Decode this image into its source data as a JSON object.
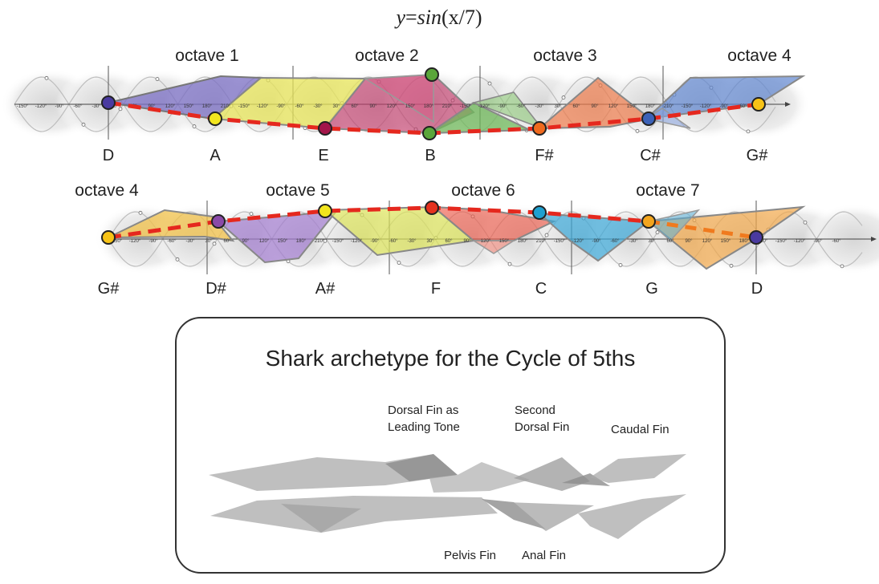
{
  "formula": {
    "prefix": "y",
    "eq": "=",
    "fn": "sin",
    "arg": "(x/7)"
  },
  "rows": [
    {
      "octaves": [
        "octave 1",
        "octave 2",
        "octave 3",
        "octave 4"
      ],
      "notes": [
        {
          "label": "D",
          "color": "#4a3aa0"
        },
        {
          "label": "A",
          "color": "#f2e51e"
        },
        {
          "label": "E",
          "color": "#a3164a"
        },
        {
          "label": "B",
          "color": "#5aa63a"
        },
        {
          "label": "F#",
          "color": "#f06a1e"
        },
        {
          "label": "C#",
          "color": "#3c62b8"
        },
        {
          "label": "G#",
          "color": "#f7c316"
        }
      ]
    },
    {
      "octaves": [
        "octave 4",
        "octave 5",
        "octave 6",
        "octave 7"
      ],
      "notes": [
        {
          "label": "G#",
          "color": "#f7c316"
        },
        {
          "label": "D#",
          "color": "#8a4aa8"
        },
        {
          "label": "A#",
          "color": "#f2e51e"
        },
        {
          "label": "F",
          "color": "#e5321e"
        },
        {
          "label": "C",
          "color": "#1ea0d0"
        },
        {
          "label": "G",
          "color": "#f2a51e"
        },
        {
          "label": "D",
          "color": "#4a3aa0"
        }
      ]
    }
  ],
  "tick_labels": [
    "-150°",
    "-120°",
    "-90°",
    "-60°",
    "-30°",
    "30°",
    "60°",
    "90°",
    "120°",
    "150°",
    "180°",
    "210°"
  ],
  "panel": {
    "title": "Shark archetype for the Cycle of 5ths",
    "dorsal_1": "Dorsal Fin as",
    "dorsal_2": "Leading Tone",
    "second_1": "Second",
    "second_2": "Dorsal Fin",
    "caudal": "Caudal Fin",
    "pelvis": "Pelvis Fin",
    "anal": "Anal Fin"
  },
  "colors": {
    "dash": "#e5281e",
    "fill_purple": "#7b6fc4",
    "fill_yellow": "#e8e65a",
    "fill_magenta": "#c23a6a",
    "fill_green": "#6fb85a",
    "fill_orange": "#ee7a4a",
    "fill_blue": "#5f86d0",
    "fill_gold": "#f2c24a",
    "fill_violet": "#a27cd0",
    "fill_lime": "#dde45a",
    "fill_red": "#ec5a4a",
    "fill_cyan": "#3aa8d8",
    "fill_amber": "#f2a84a",
    "shark_grey": "#a9a9a9"
  }
}
